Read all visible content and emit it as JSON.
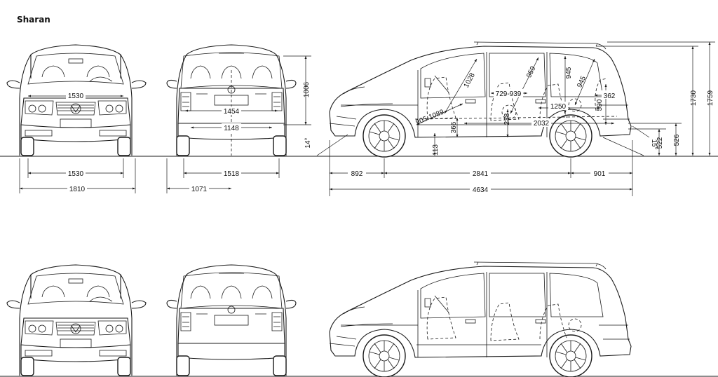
{
  "title": "Sharan",
  "dimensions": {
    "front_track_upper": "1530",
    "front_track_lower": "1530",
    "overall_width": "1810",
    "rear_inner_width": "1454",
    "rear_lower_width": "1148",
    "rear_track": "1518",
    "rear_opening_height": "1006",
    "rear_load_width": "1071",
    "front_overhang": "892",
    "wheelbase": "2841",
    "rear_overhang": "901",
    "overall_length": "4634",
    "ground_clearance": "113",
    "front_angle": "14°",
    "rear_angle": "15°",
    "overall_height": "1730",
    "height_with_rails": "1759",
    "rear_sill_height_1": "522",
    "rear_sill_height_2": "526",
    "headroom_front": "1028",
    "headroom_mid": "959",
    "headroom_rear_1": "945",
    "headroom_rear_2": "945",
    "seat_range_mid": "729-939",
    "seat_range_front": "905-1089",
    "cargo_length_short": "1250",
    "cargo_length_long": "2032",
    "cargo_height": "590",
    "rear_seat_depth": "362",
    "seat_height_front": "366",
    "seat_height_mid": "238"
  }
}
